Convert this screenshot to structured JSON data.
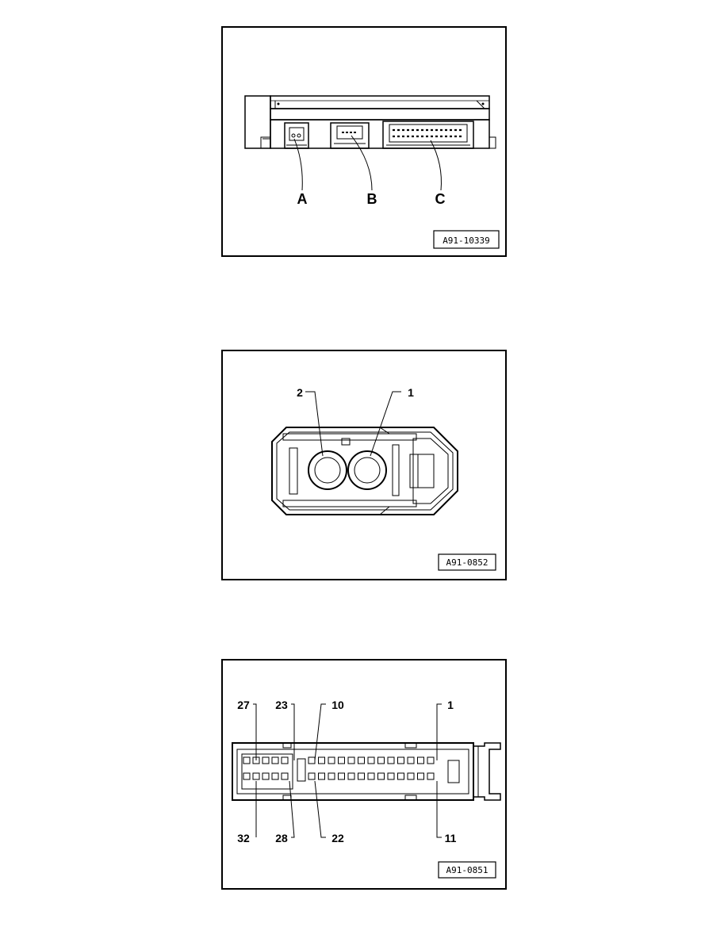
{
  "figures": [
    {
      "ref": "A91-10339",
      "callouts": [
        "A",
        "B",
        "C"
      ]
    },
    {
      "ref": "A91-0852",
      "callouts": [
        "1",
        "2"
      ]
    },
    {
      "ref": "A91-0851",
      "callouts": [
        "27",
        "23",
        "10",
        "1",
        "32",
        "28",
        "22",
        "11"
      ]
    }
  ]
}
